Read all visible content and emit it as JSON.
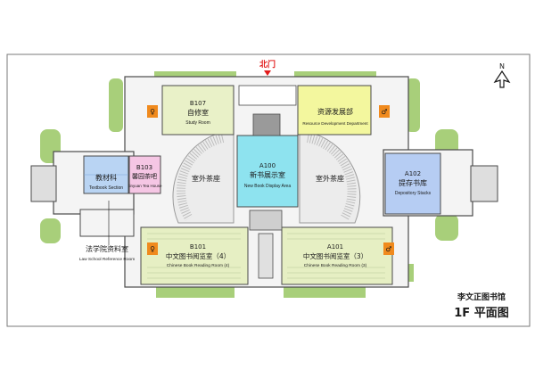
{
  "north_entrance": {
    "label": "北门",
    "color": "#e21b1b"
  },
  "compass": {
    "label": "N"
  },
  "title": {
    "line1": "李文正图书馆",
    "line2": "1F 平面图"
  },
  "rooms": {
    "b107": {
      "code": "B107",
      "cn": "自修室",
      "en": "Study Room",
      "color": "#e9f1c8"
    },
    "resources": {
      "cn": "资源发展部",
      "en": "Resource Development Department",
      "color": "#f3f79e"
    },
    "b103": {
      "code": "B103",
      "cn": "馨园茶吧",
      "en": "Xinyuan Tea House",
      "color": "#f5c6e4"
    },
    "textbook": {
      "cn": "教材科",
      "en": "Textbook Section",
      "color": "#b9d4f3"
    },
    "a100": {
      "code": "A100",
      "cn": "新书展示室",
      "en": "New Book Display Area",
      "color": "#8ee3ef"
    },
    "outdoor_left": {
      "cn": "室外茶座"
    },
    "outdoor_right": {
      "cn": "室外茶座"
    },
    "a102": {
      "code": "A102",
      "cn": "提存书库",
      "en": "Depository Stacks",
      "color": "#b6cdf3"
    },
    "law": {
      "cn": "法学院资料室",
      "en": "Law School Reference Room"
    },
    "b101": {
      "code": "B101",
      "cn": "中文图书阅览室（4）",
      "en": "Chinese Book Reading Room (4)",
      "color": "#e6efc3"
    },
    "a101": {
      "code": "A101",
      "cn": "中文图书阅览室（3）",
      "en": "Chinese Book Reading Room (3)",
      "color": "#e6efc3"
    }
  },
  "palette": {
    "grass": "#a8cf7a",
    "grass_dark": "#8fbb5f",
    "wall": "#4a4a4a",
    "floor": "#f4f4f4",
    "stair": "#9a9a9a",
    "toilet": "#f08a1d"
  },
  "toilets": [
    {
      "name": "toilet-icon-b107"
    },
    {
      "name": "toilet-icon-resources"
    },
    {
      "name": "toilet-icon-b101"
    },
    {
      "name": "toilet-icon-a101"
    }
  ]
}
